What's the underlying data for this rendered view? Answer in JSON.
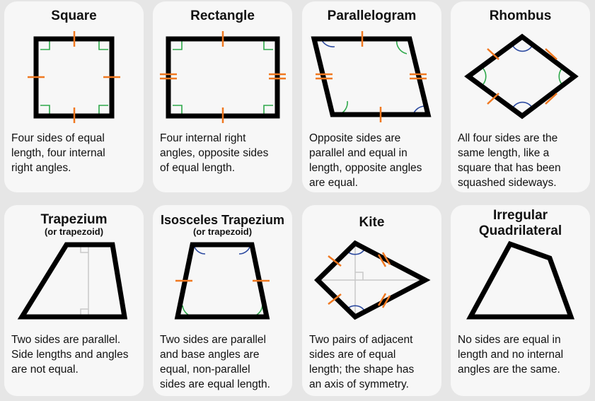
{
  "cards": [
    {
      "title": "Square",
      "subtitle": "",
      "desc": [
        "Four sides of equal",
        "length, four internal",
        "right angles."
      ]
    },
    {
      "title": "Rectangle",
      "subtitle": "",
      "desc": [
        "Four internal right",
        "angles, opposite sides",
        "of equal length."
      ]
    },
    {
      "title": "Parallelogram",
      "subtitle": "",
      "desc": [
        "Opposite sides are",
        "parallel and equal in",
        "length, opposite angles",
        "are equal."
      ]
    },
    {
      "title": "Rhombus",
      "subtitle": "",
      "desc": [
        "All four sides are the",
        "same length, like a",
        "square that has been",
        "squashed sideways."
      ]
    },
    {
      "title": "Trapezium",
      "subtitle": "(or trapezoid)",
      "desc": [
        "Two sides are parallel.",
        "Side lengths and angles",
        "are not equal."
      ]
    },
    {
      "title": "Isosceles Trapezium",
      "subtitle": "(or trapezoid)",
      "desc": [
        "Two sides are parallel",
        "and base angles are",
        "equal, non-parallel",
        "sides are equal length."
      ]
    },
    {
      "title": "Kite",
      "subtitle": "",
      "desc": [
        "Two pairs of adjacent",
        "sides are of equal",
        "length; the shape has",
        "an axis of symmetry."
      ]
    },
    {
      "title": "Irregular Quadrilateral",
      "subtitle": "",
      "title_lines": [
        "Irregular",
        "Quadrilateral"
      ],
      "desc": [
        "No sides are equal in",
        "length and no internal",
        "angles are the same."
      ]
    }
  ],
  "colors": {
    "outline": "#000000",
    "tick": "#f07820",
    "right_angle": "#2ea84a",
    "angle_blue": "#2c4aa0",
    "angle_green": "#2ea84a",
    "helper": "#c8c8c8"
  }
}
